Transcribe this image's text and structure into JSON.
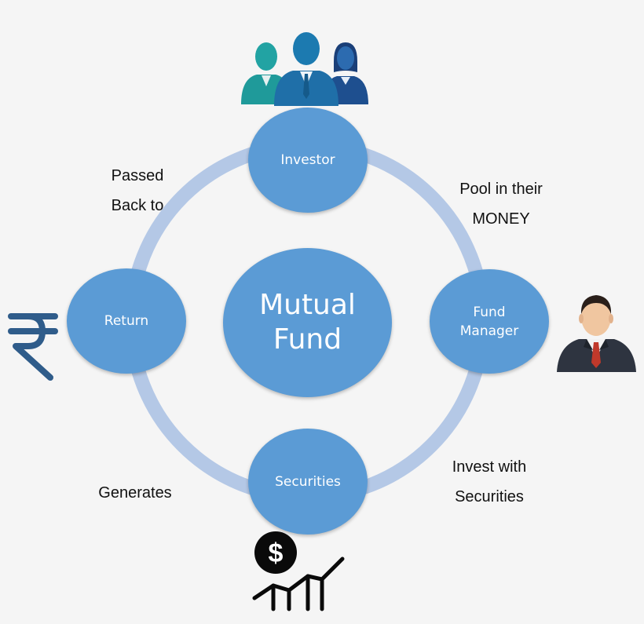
{
  "center": {
    "line1": "Mutual",
    "line2": "Fund"
  },
  "nodes": {
    "investor": "Investor",
    "fund_manager": {
      "line1": "Fund",
      "line2": "Manager"
    },
    "securities": "Securities",
    "return": "Return"
  },
  "edges": {
    "investor_to_manager": {
      "line1": "Pool in their",
      "line2": "MONEY"
    },
    "manager_to_securities": {
      "line1": "Invest with",
      "line2": "Securities"
    },
    "securities_to_return": "Generates",
    "return_to_investor": {
      "line1": "Passed",
      "line2": "Back to"
    }
  },
  "icons": [
    "investors-group-icon",
    "fund-manager-icon",
    "rupee-icon",
    "dollar-growth-icon"
  ],
  "colors": {
    "node": "#5b9bd5",
    "ring": "#b4c8e6",
    "node_text": "#ffffff",
    "label_text": "#111111"
  }
}
